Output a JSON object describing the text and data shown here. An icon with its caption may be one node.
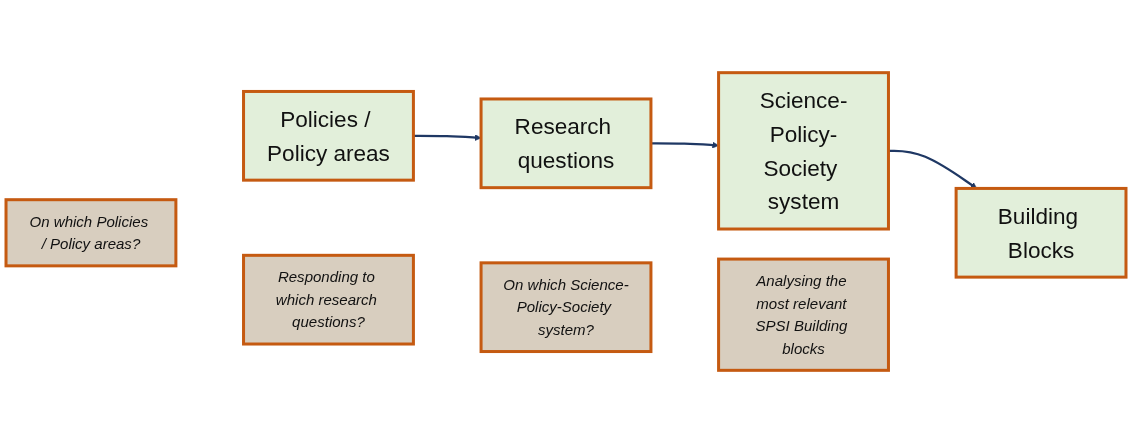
{
  "diagram": {
    "nodes": [
      {
        "text": [
          "On which Policies / Policy areas?"
        ]
      },
      {
        "text": [
          "Responding to which research questions?"
        ]
      },
      {
        "text": [
          "On which Science-Policy-Society system?"
        ]
      },
      {
        "text": [
          "Analysing the most relevant SPSI Building blocks"
        ]
      },
      {
        "text": [
          "Policies / Policy areas"
        ]
      },
      {
        "text": [
          "Research questions"
        ]
      },
      {
        "text": [
          "Science-Policy-Society system"
        ]
      },
      {
        "text": [
          "Building Blocks"
        ]
      }
    ],
    "edges": [
      {
        "from": 4,
        "to": 5,
        "arrow": "to"
      },
      {
        "from": 5,
        "to": 6,
        "arrow": "to"
      },
      {
        "from": 6,
        "to": 7,
        "arrow": "to"
      }
    ]
  }
}
